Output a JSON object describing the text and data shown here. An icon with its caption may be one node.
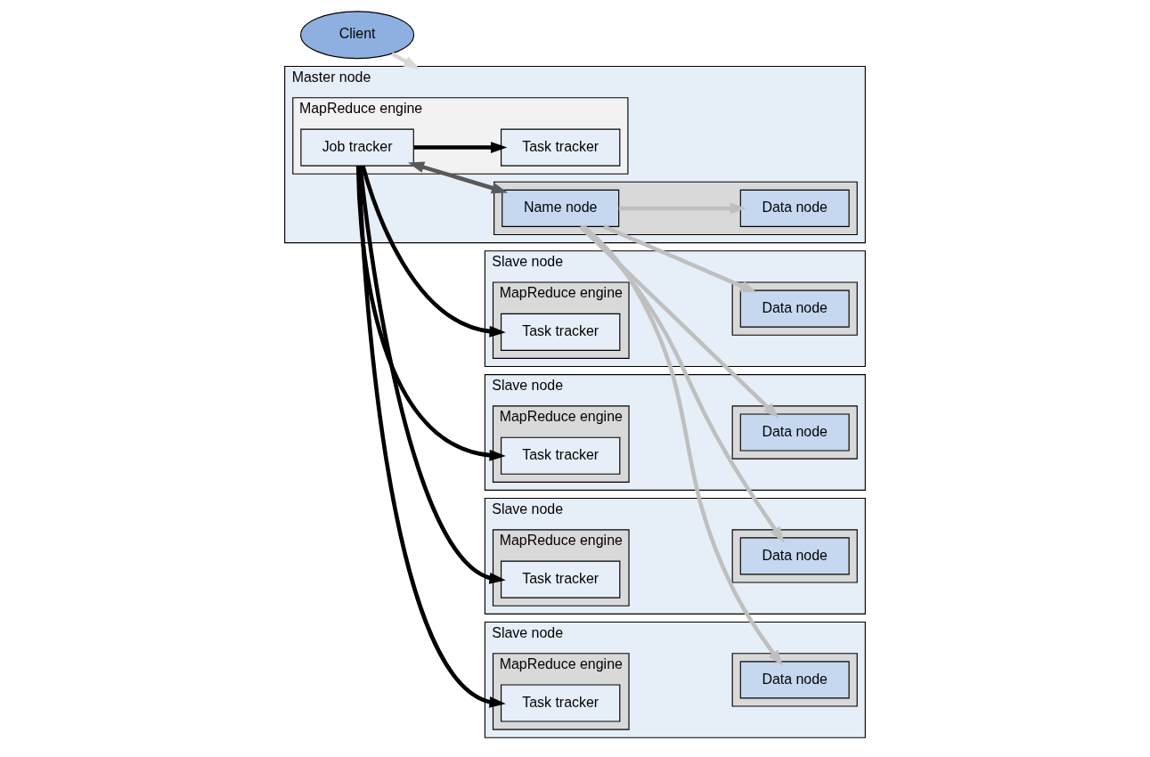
{
  "diagram": {
    "nodes": [
      {
        "text": [
          "Client"
        ]
      },
      {
        "text": [
          "Master node"
        ]
      },
      {
        "text": [
          "MapReduce engine"
        ],
        "in": 1
      },
      {
        "text": [
          "Task tracker"
        ],
        "in": 2
      },
      {
        "text": [
          "Job tracker"
        ],
        "in": 2
      },
      {
        "text": [],
        "shape": "box",
        "in": 1
      },
      {
        "text": [
          "Name node"
        ],
        "in": 5
      },
      {
        "text": [
          "Data node"
        ],
        "in": 5
      },
      {
        "text": [
          "Slave node"
        ]
      },
      {
        "text": [
          "MapReduce engine"
        ],
        "in": 8
      },
      {
        "text": [
          "Task tracker"
        ],
        "in": 9
      },
      {
        "text": [],
        "shape": "box",
        "in": 8
      },
      {
        "text": [
          "Data node"
        ],
        "in": 11
      },
      {
        "text": [
          "Slave node"
        ]
      },
      {
        "text": [
          "MapReduce engine"
        ],
        "in": 13
      },
      {
        "text": [
          "Task tracker"
        ],
        "in": 14
      },
      {
        "text": [],
        "shape": "box",
        "in": 13
      },
      {
        "text": [
          "Data node"
        ],
        "in": 16
      },
      {
        "text": [
          "Slave node"
        ]
      },
      {
        "text": [
          "MapReduce engine"
        ],
        "in": 18
      },
      {
        "text": [
          "Task tracker"
        ],
        "in": 19
      },
      {
        "text": [],
        "shape": "box",
        "in": 18
      },
      {
        "text": [
          "Data node"
        ],
        "in": 21
      },
      {
        "text": [
          "Slave node"
        ]
      },
      {
        "text": [
          "MapReduce engine"
        ],
        "in": 23
      },
      {
        "text": [
          "Task tracker"
        ],
        "in": 24
      },
      {
        "text": [],
        "shape": "box",
        "in": 23
      },
      {
        "text": [
          "Data node"
        ],
        "in": 26
      }
    ],
    "edges": [
      {
        "from": 0,
        "to": 1,
        "arrow": "to",
        "color": "#d9d9d9"
      },
      {
        "from": 4,
        "to": 3,
        "arrow": "to",
        "color": "#000000"
      },
      {
        "from": 4,
        "to": 10,
        "arrow": "to",
        "color": "#000000"
      },
      {
        "from": 4,
        "to": 15,
        "arrow": "to",
        "color": "#000000"
      },
      {
        "from": 4,
        "to": 20,
        "arrow": "to",
        "color": "#000000"
      },
      {
        "from": 4,
        "to": 25,
        "arrow": "to",
        "color": "#000000"
      },
      {
        "from": 4,
        "to": 6,
        "arrow": "both",
        "color": "#595959"
      },
      {
        "from": 6,
        "to": 7,
        "arrow": "to",
        "color": "#bfbfbf"
      },
      {
        "from": 6,
        "to": 12,
        "arrow": "to",
        "color": "#bfbfbf"
      },
      {
        "from": 6,
        "to": 17,
        "arrow": "to",
        "color": "#bfbfbf"
      },
      {
        "from": 6,
        "to": 22,
        "arrow": "to",
        "color": "#bfbfbf"
      },
      {
        "from": 6,
        "to": 27,
        "arrow": "to",
        "color": "#bfbfbf"
      }
    ]
  }
}
